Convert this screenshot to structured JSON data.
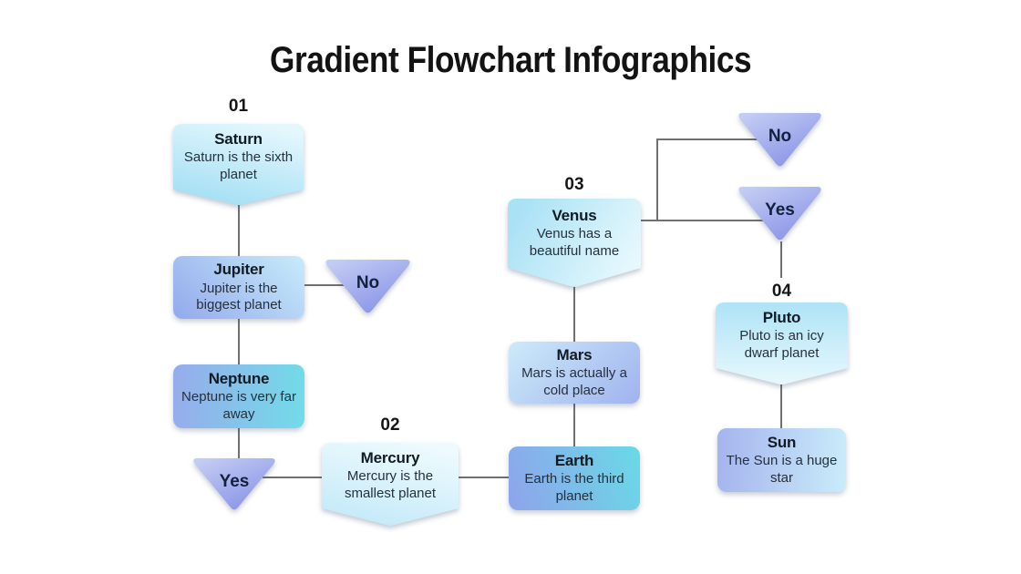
{
  "title": "Gradient Flowchart Infographics",
  "flowchart": {
    "nodes": {
      "saturn": {
        "step": "01",
        "title": "Saturn",
        "desc": "Saturn is the sixth planet"
      },
      "jupiter": {
        "title": "Jupiter",
        "desc": "Jupiter is the biggest planet"
      },
      "neptune": {
        "title": "Neptune",
        "desc": "Neptune is very far away"
      },
      "mercury": {
        "step": "02",
        "title": "Mercury",
        "desc": "Mercury is the smallest planet"
      },
      "earth": {
        "title": "Earth",
        "desc": "Earth is the third planet"
      },
      "mars": {
        "title": "Mars",
        "desc": "Mars is actually a cold place"
      },
      "venus": {
        "step": "03",
        "title": "Venus",
        "desc": "Venus has a beautiful name"
      },
      "pluto": {
        "step": "04",
        "title": "Pluto",
        "desc": "Pluto is an icy dwarf planet"
      },
      "sun": {
        "title": "Sun",
        "desc": "The Sun is a huge star"
      }
    },
    "decisions": {
      "no1": {
        "label": "No"
      },
      "yes1": {
        "label": "Yes"
      },
      "no2": {
        "label": "No"
      },
      "yes2": {
        "label": "Yes"
      }
    },
    "palette": {
      "cyan_light": "#e8f9fd",
      "cyan": "#a9e2f6",
      "turquoise": "#6edce8",
      "periwinkle_light": "#c3ccf3",
      "periwinkle": "#8590e6",
      "blue_periwinkle": "#93a9ec",
      "line_gray": "#707070",
      "text_dark": "#101b24",
      "title_black": "#131313"
    }
  }
}
